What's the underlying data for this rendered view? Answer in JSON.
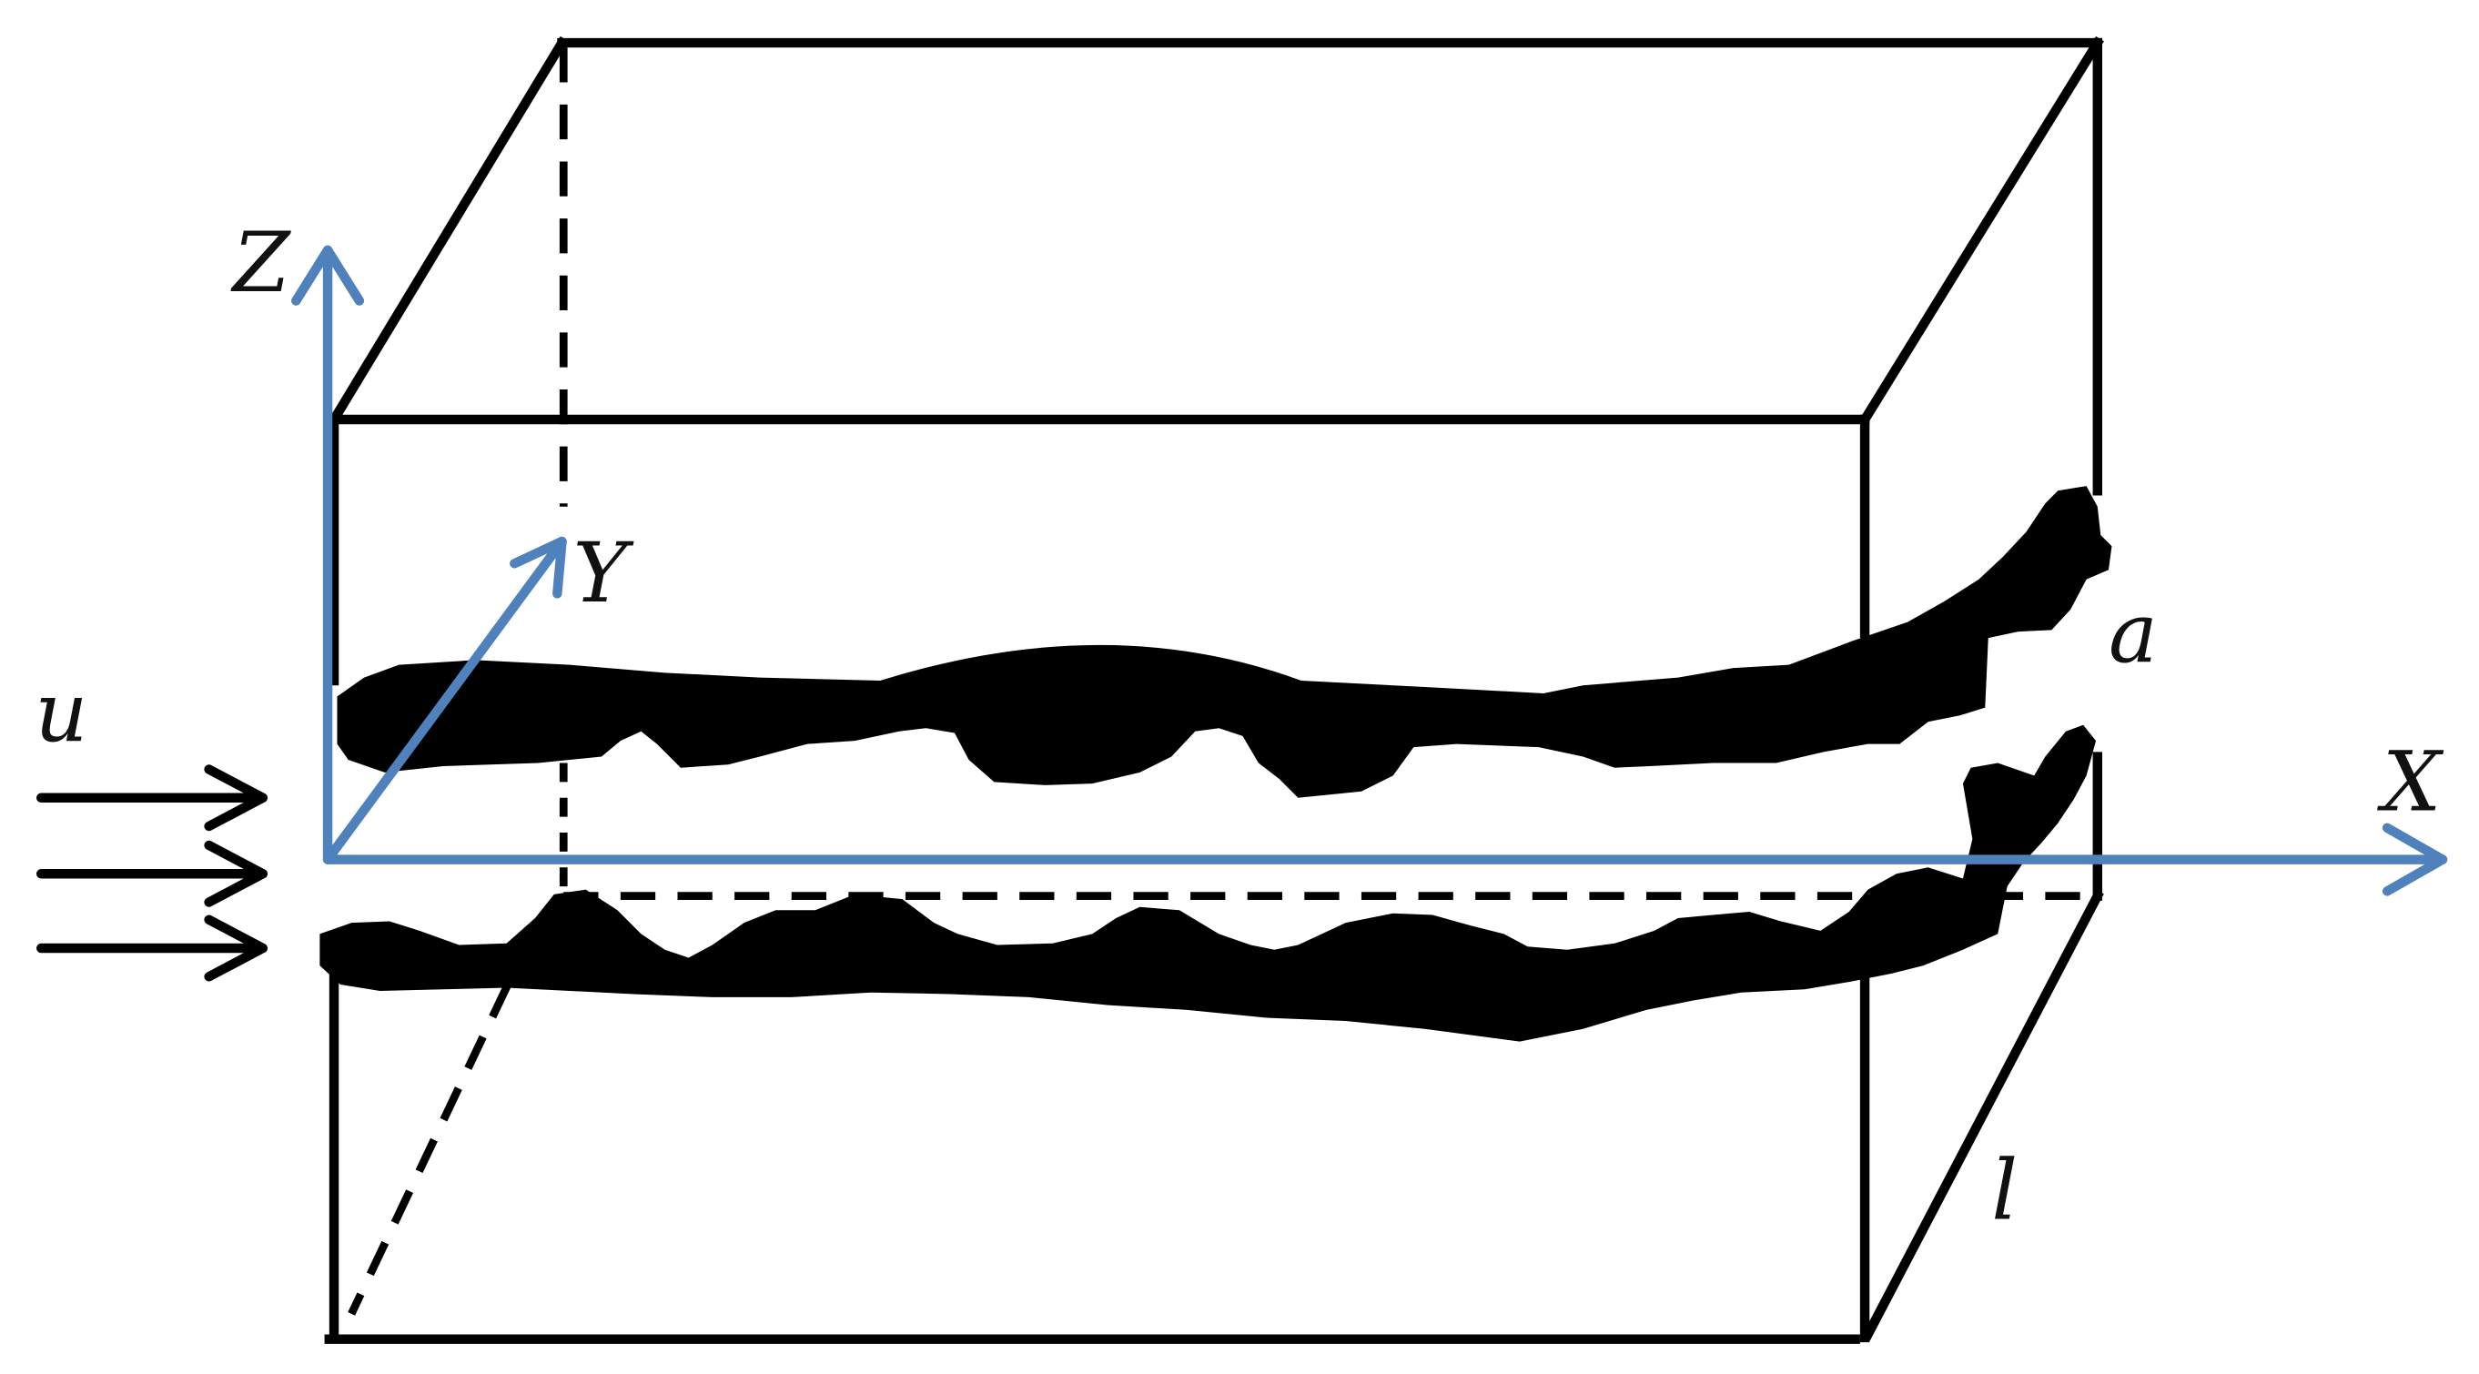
{
  "labels": {
    "z_axis": "Z",
    "y_axis": "Y",
    "x_axis": "X",
    "flow_velocity": "u",
    "aperture": "a",
    "length": "l"
  },
  "colors": {
    "axis": "#4F81BD",
    "box": "#000000",
    "fracture": "#000000",
    "text": "#111111",
    "background": "#FFFFFF"
  },
  "flow_arrows": 3,
  "fracture_walls": 2
}
